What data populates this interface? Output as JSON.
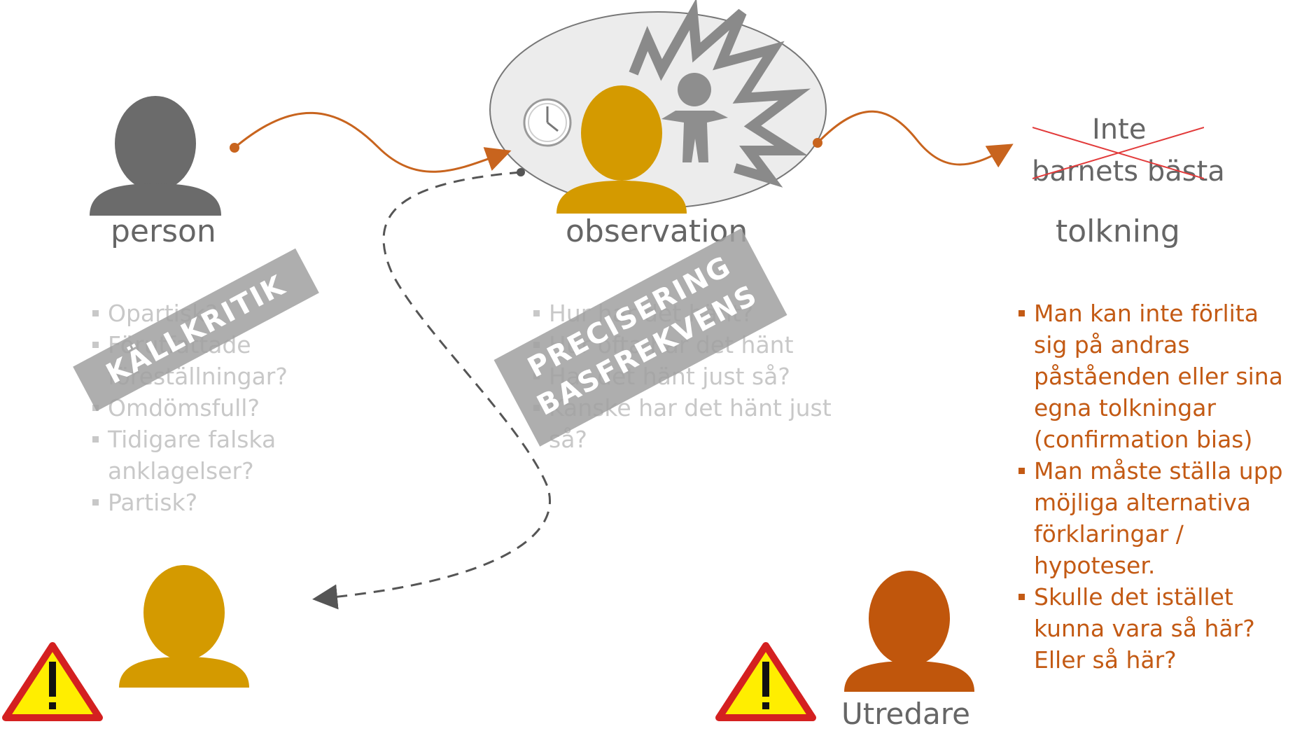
{
  "nodes": {
    "person": "person",
    "observation": "observation",
    "tolkning": "tolkning"
  },
  "interpretation": {
    "line1": "Inte",
    "line2": "barnets bästa"
  },
  "left_list": [
    "Opartisk?",
    "Förutfattade föreställningar?",
    "Omdömsfull?",
    "Tidigare falska anklagelser?",
    "Partisk?"
  ],
  "mid_list": [
    "Hur har det hänt?",
    "Hur ofta har det hänt",
    "Har det hänt just så?",
    "Kanske har det hänt just så?"
  ],
  "right_list": [
    "Man kan inte förlita sig på andras påståenden eller sina egna tolkningar (confirmation bias)",
    "Man måste ställa upp möjliga alternativa förklaringar / hypoteser.",
    "Skulle det istället kunna vara så här? Eller så här?"
  ],
  "stamps": {
    "kallkritik": "KÄLLKRITIK",
    "precisering": "PRECISERING",
    "basfrekvens": "BASFREKVENS"
  },
  "utredare": "Utredare",
  "colors": {
    "person_gray": "#6b6b6b",
    "gold": "#d49a00",
    "rust": "#c0560c",
    "arrow": "#c8641e",
    "warning_red": "#d42020",
    "warning_yellow": "#ffee00"
  }
}
